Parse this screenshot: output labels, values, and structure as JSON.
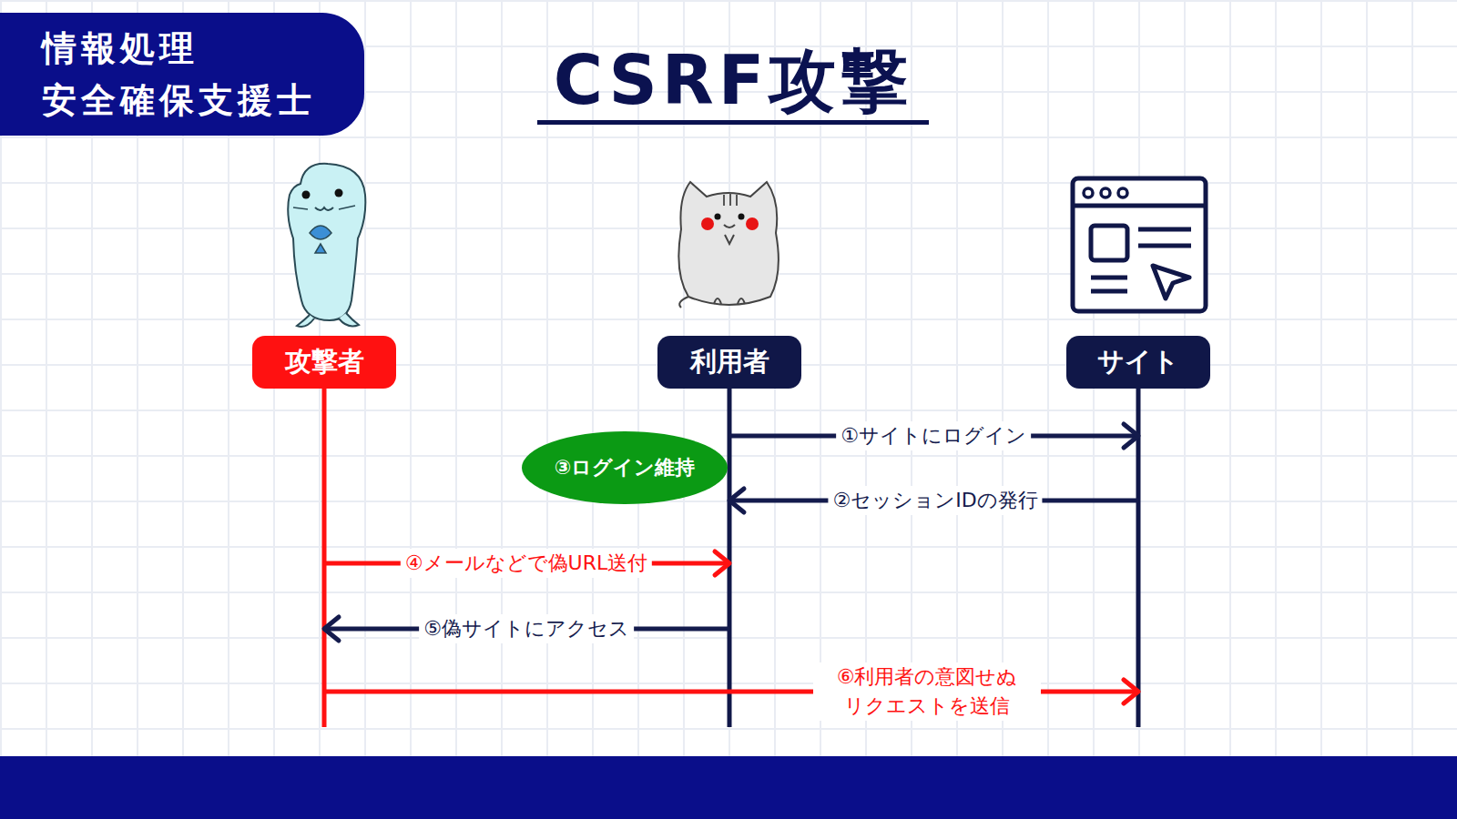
{
  "diagram": {
    "title": "CSRF攻撃",
    "nodes": [
      {
        "text": [
          "情報処理 安全確保支援士"
        ]
      },
      {
        "text": [
          "攻撃者"
        ]
      },
      {
        "text": [
          "利用者"
        ]
      },
      {
        "text": [
          "サイト"
        ]
      },
      {
        "text": [
          "③ログイン維持"
        ]
      }
    ],
    "edges": [
      {
        "from": 2,
        "to": 3,
        "label": "①サイトにログイン",
        "arrow": "to"
      },
      {
        "from": 3,
        "to": 2,
        "label": "②セッションIDの発行",
        "arrow": "to"
      },
      {
        "from": 1,
        "to": 2,
        "label": "④メールなどで偽URL送付",
        "arrow": "to"
      },
      {
        "from": 2,
        "to": 1,
        "label": "⑤偽サイトにアクセス",
        "arrow": "to"
      },
      {
        "from": 1,
        "to": 3,
        "label": "⑥利用者の意図せぬ リクエストを送信",
        "arrow": "to"
      }
    ]
  }
}
